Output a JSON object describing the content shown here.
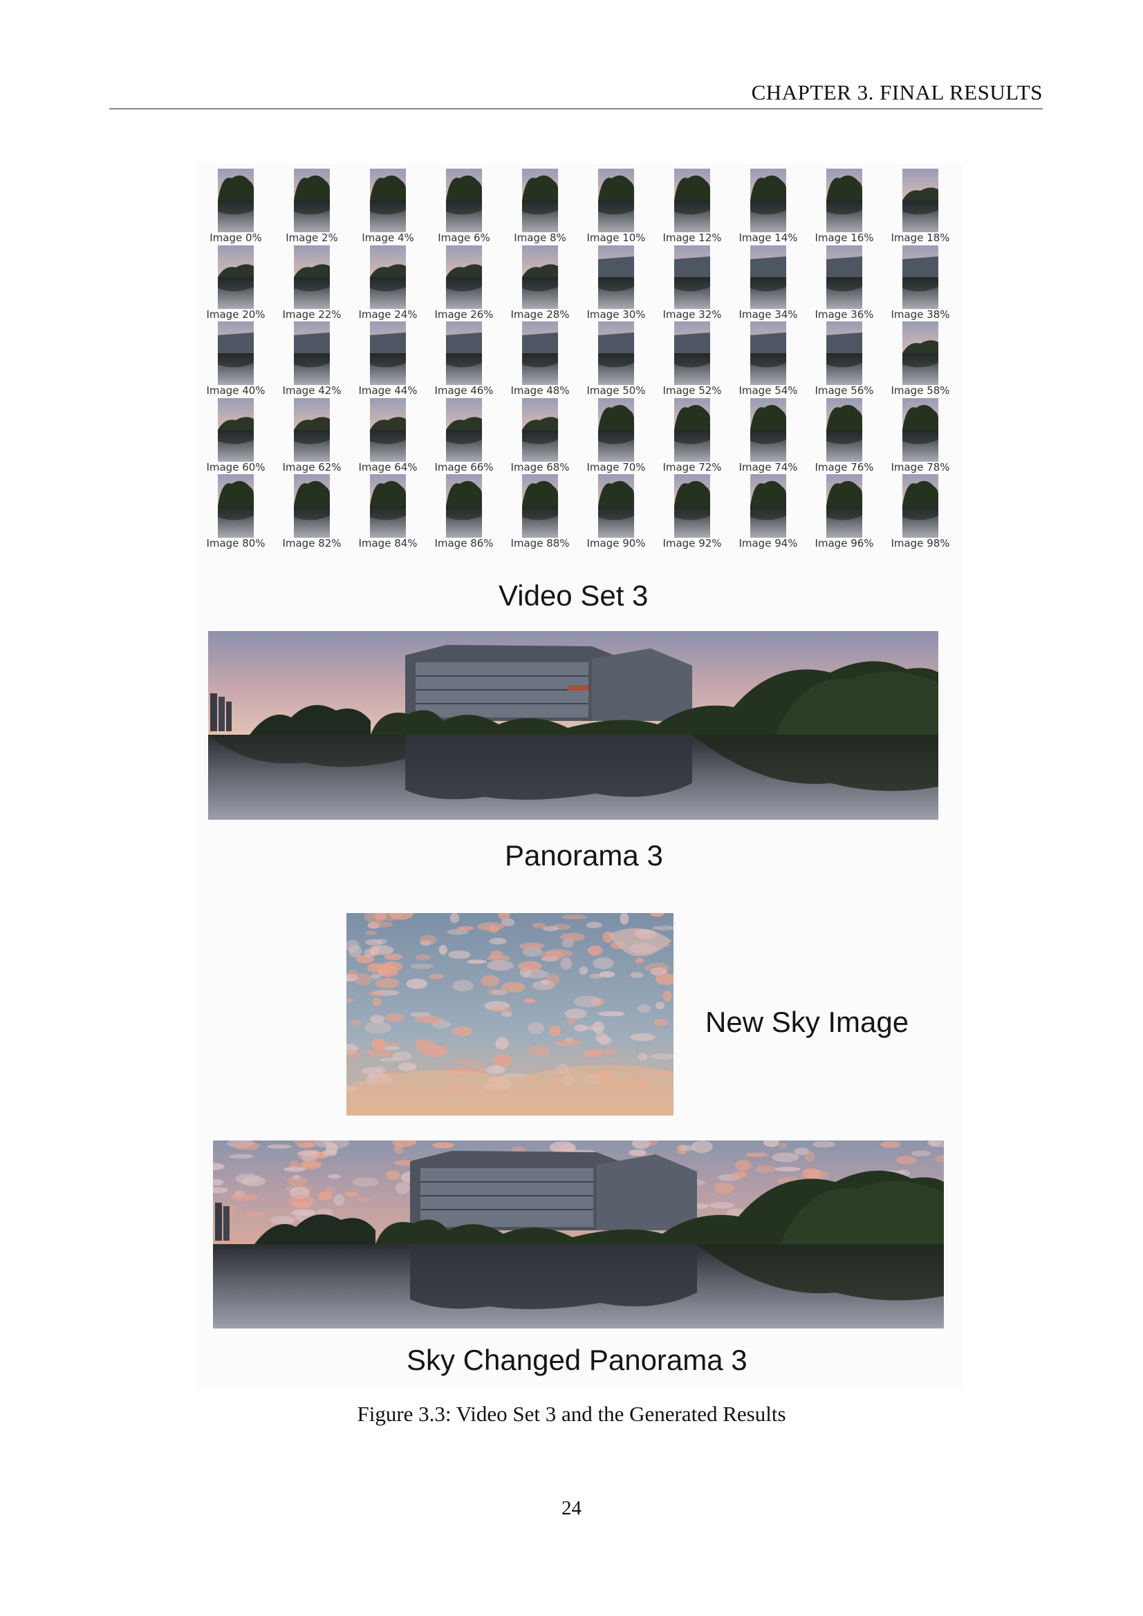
{
  "header": {
    "running_title": "CHAPTER 3.  FINAL RESULTS"
  },
  "figure": {
    "thumbnail_labels": [
      "Image 0%",
      "Image 2%",
      "Image 4%",
      "Image 6%",
      "Image 8%",
      "Image 10%",
      "Image 12%",
      "Image 14%",
      "Image 16%",
      "Image 18%",
      "Image 20%",
      "Image 22%",
      "Image 24%",
      "Image 26%",
      "Image 28%",
      "Image 30%",
      "Image 32%",
      "Image 34%",
      "Image 36%",
      "Image 38%",
      "Image 40%",
      "Image 42%",
      "Image 44%",
      "Image 46%",
      "Image 48%",
      "Image 50%",
      "Image 52%",
      "Image 54%",
      "Image 56%",
      "Image 58%",
      "Image 60%",
      "Image 62%",
      "Image 64%",
      "Image 66%",
      "Image 68%",
      "Image 70%",
      "Image 72%",
      "Image 74%",
      "Image 76%",
      "Image 78%",
      "Image 80%",
      "Image 82%",
      "Image 84%",
      "Image 86%",
      "Image 88%",
      "Image 90%",
      "Image 92%",
      "Image 94%",
      "Image 96%",
      "Image 98%"
    ],
    "video_set_label": "Video Set 3",
    "panorama_label": "Panorama 3",
    "new_sky_label": "New Sky Image",
    "sky_changed_label": "Sky Changed Panorama 3"
  },
  "caption": "Figure 3.3: Video Set 3 and the Generated Results",
  "page_number": "24"
}
